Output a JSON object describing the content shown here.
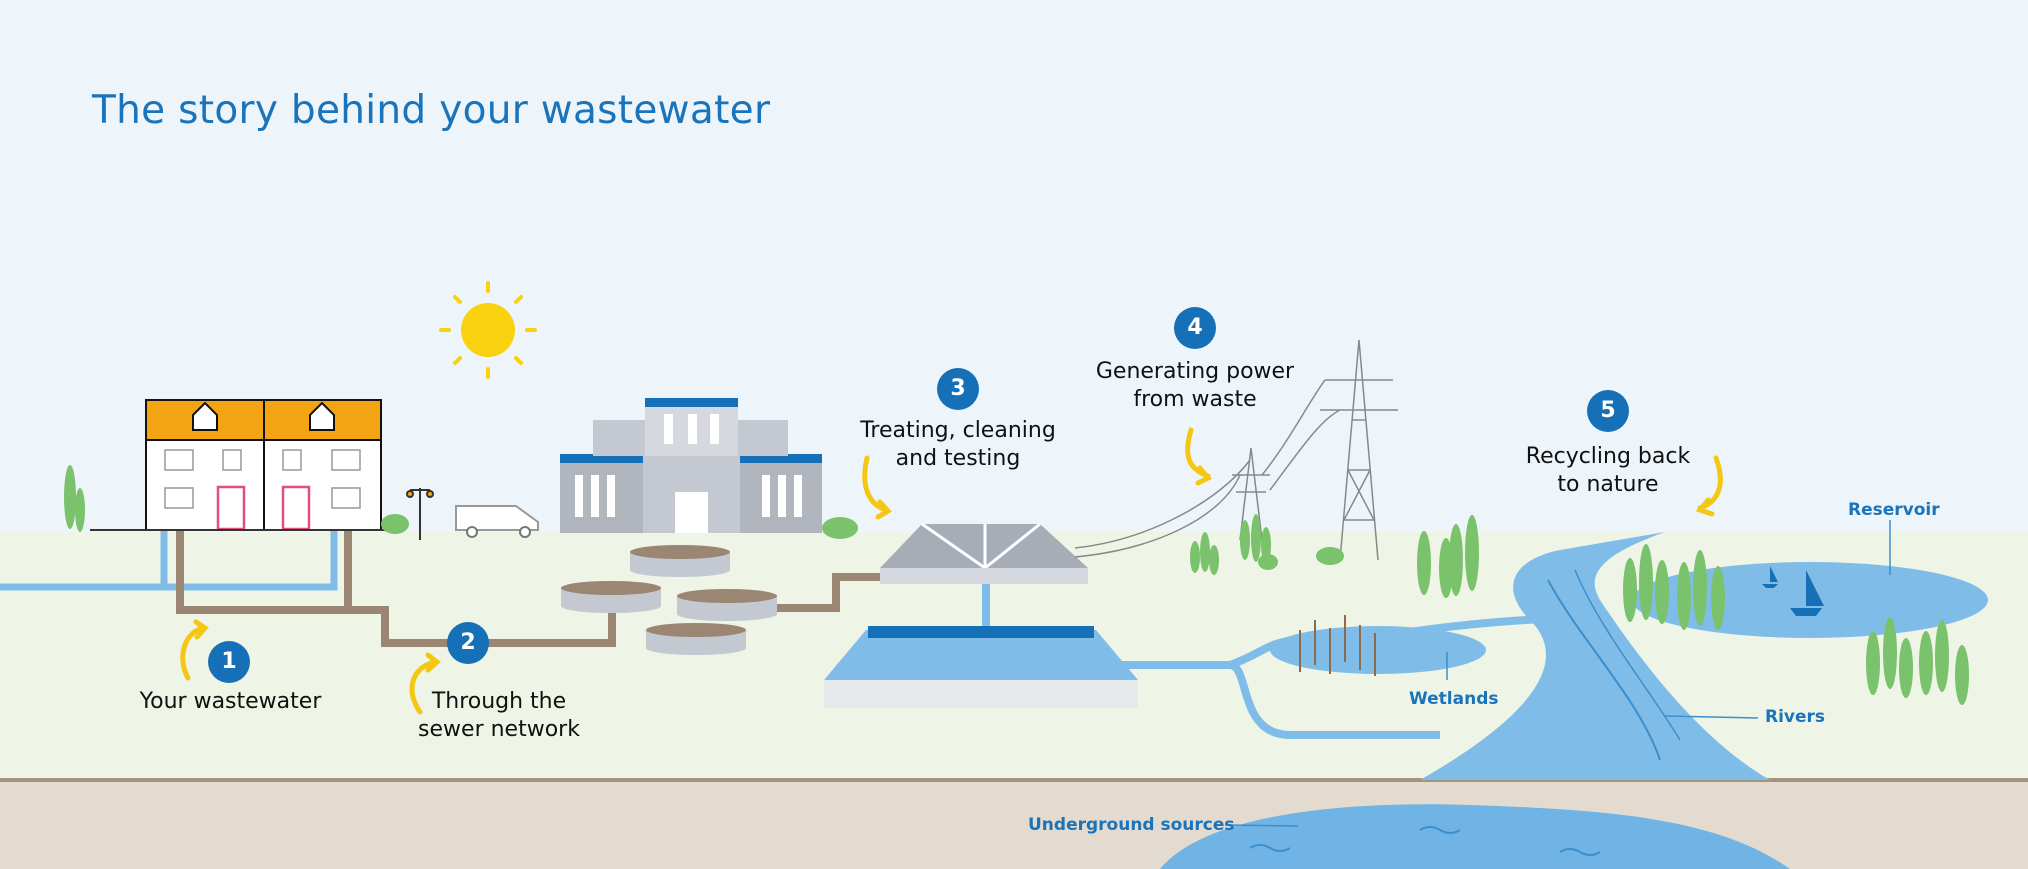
{
  "title": "The story behind your wastewater",
  "steps": [
    {
      "number": "1",
      "label_lines": [
        "Your wastewater"
      ]
    },
    {
      "number": "2",
      "label_lines": [
        "Through the",
        "sewer network"
      ]
    },
    {
      "number": "3",
      "label_lines": [
        "Treating, cleaning",
        "and testing"
      ]
    },
    {
      "number": "4",
      "label_lines": [
        "Generating power",
        "from waste"
      ]
    },
    {
      "number": "5",
      "label_lines": [
        "Recycling back",
        "to nature"
      ]
    }
  ],
  "places": {
    "reservoir": "Reservoir",
    "wetlands": "Wetlands",
    "rivers": "Rivers",
    "underground": "Underground sources"
  },
  "colors": {
    "sky": "#eef5fa",
    "grass": "#eef4e6",
    "ground": "#e3dbcf",
    "water": "#6fb4e4",
    "pipe": "#9b8573",
    "accent_blue": "#1670b8",
    "arrow_yellow": "#f3c713",
    "roof_orange": "#f2a413",
    "tree_green": "#7bc26d"
  }
}
